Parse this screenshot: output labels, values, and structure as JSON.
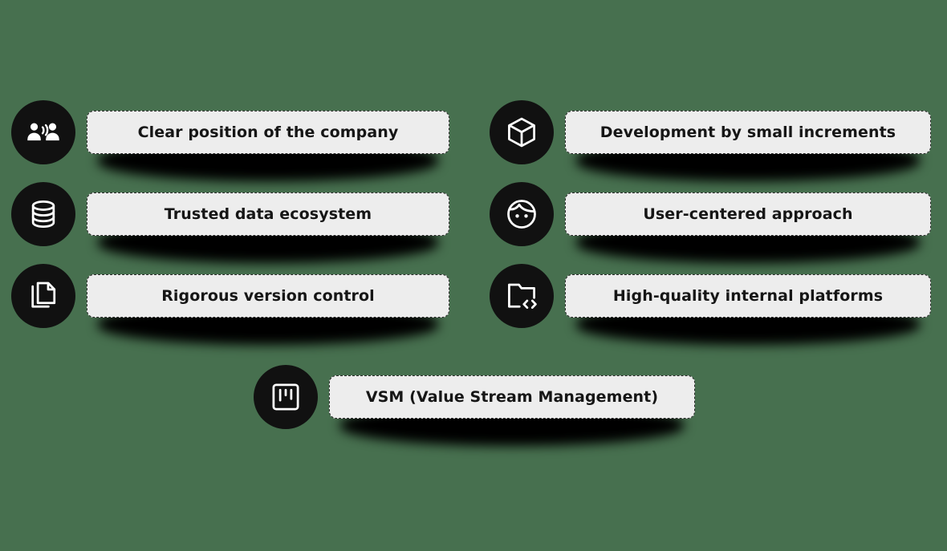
{
  "background_color": "#47704f",
  "pill_color": "#ededed",
  "circle_color": "#111111",
  "text_color": "#161616",
  "diagram": {
    "left_column": [
      {
        "label": "Clear position of the company",
        "icon": "people-talking-icon"
      },
      {
        "label": "Trusted data ecosystem",
        "icon": "database-icon"
      },
      {
        "label": "Rigorous version control",
        "icon": "copy-documents-icon"
      }
    ],
    "right_column": [
      {
        "label": "Development by small increments",
        "icon": "cube-icon"
      },
      {
        "label": "User-centered approach",
        "icon": "face-user-icon"
      },
      {
        "label": "High-quality internal platforms",
        "icon": "folder-code-icon"
      }
    ],
    "bottom": [
      {
        "label": "VSM (Value Stream Management)",
        "icon": "kanban-board-icon"
      }
    ]
  }
}
